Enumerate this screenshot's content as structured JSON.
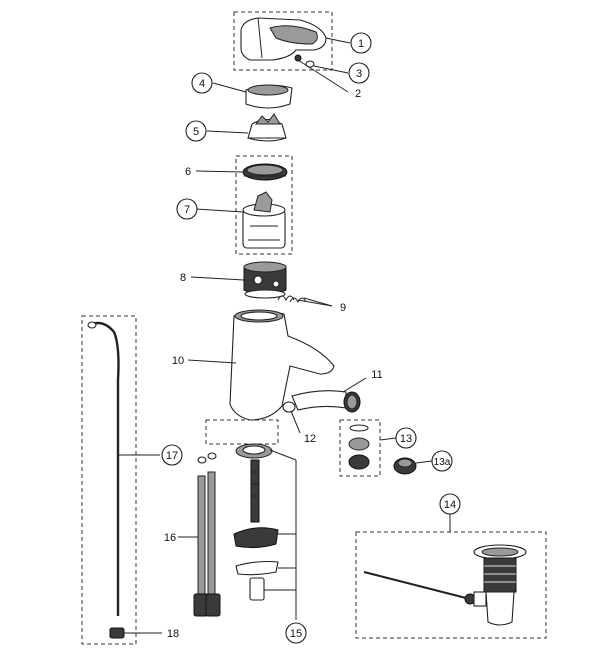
{
  "callouts": {
    "c1": "1",
    "c2": "2",
    "c3": "3",
    "c4": "4",
    "c5": "5",
    "c6": "6",
    "c7": "7",
    "c8": "8",
    "c9": "9",
    "c10": "10",
    "c11": "11",
    "c12": "12",
    "c13": "13",
    "c13a": "13a",
    "c14": "14",
    "c15": "15",
    "c16": "16",
    "c17": "17",
    "c18": "18"
  }
}
